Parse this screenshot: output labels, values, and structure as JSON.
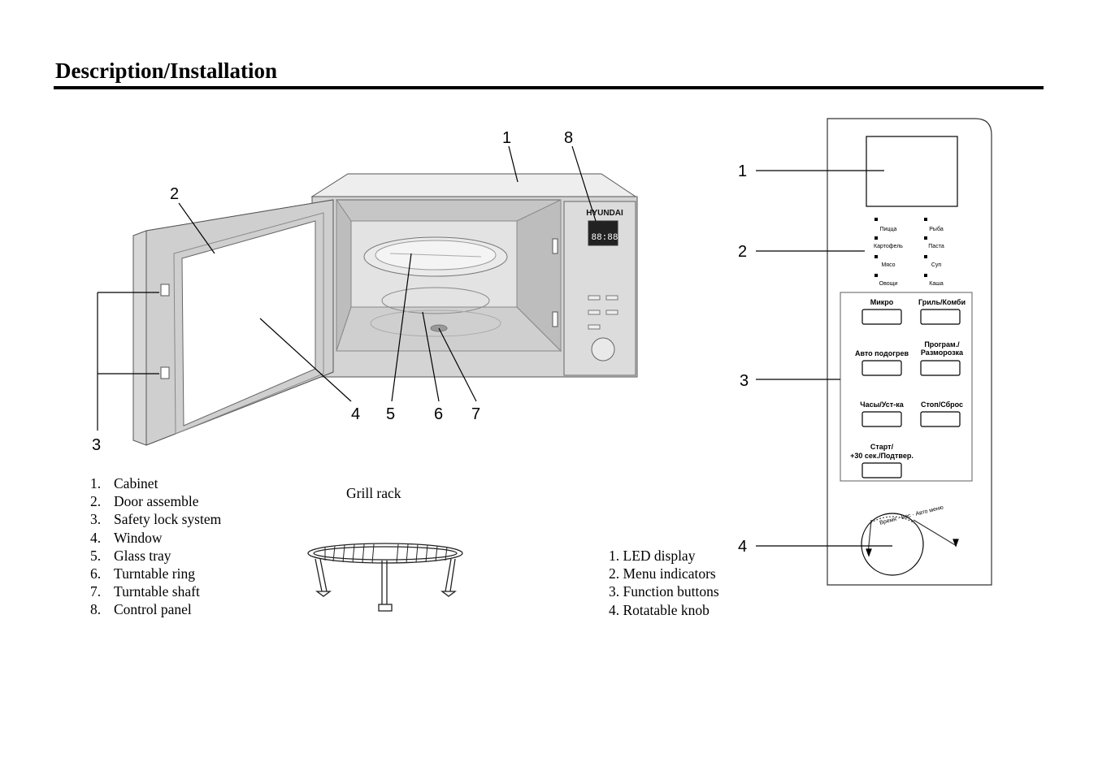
{
  "page": {
    "title": "Description/Installation"
  },
  "microwave": {
    "callouts": [
      "1",
      "2",
      "3",
      "4",
      "5",
      "6",
      "7",
      "8"
    ],
    "brand": "HYUNDAI"
  },
  "parts": [
    {
      "num": "1.",
      "label": "Cabinet"
    },
    {
      "num": "2.",
      "label": "Door assemble"
    },
    {
      "num": "3.",
      "label": "Safety lock system"
    },
    {
      "num": "4.",
      "label": "Window"
    },
    {
      "num": "5.",
      "label": "Glass tray"
    },
    {
      "num": "6.",
      "label": "Turntable ring"
    },
    {
      "num": "7.",
      "label": "Turntable shaft"
    },
    {
      "num": "8.",
      "label": "Control panel"
    }
  ],
  "grill": {
    "label": "Grill rack"
  },
  "control_panel": {
    "callouts": [
      "1",
      "2",
      "3",
      "4"
    ],
    "menu_indicators": [
      "Пицца",
      "Рыба",
      "Картофель",
      "Паста",
      "Мясо",
      "Суп",
      "Овощи",
      "Каша"
    ],
    "buttons": {
      "micro": "Микро",
      "grill_combi": "Гриль/Комби",
      "auto_reheat": "Авто подогрев",
      "program_1": "Програм./",
      "program_2": "Разморозка",
      "clock": "Часы/Уст-ка",
      "stop": "Стоп/Сброс",
      "start_1": "Старт/",
      "start_2": "+30 сек./Подтвер."
    },
    "knob_label": "Время · Вес · Авто меню"
  },
  "panel_parts": [
    "1. LED display",
    "2. Menu indicators",
    "3. Function buttons",
    "4. Rotatable knob"
  ]
}
